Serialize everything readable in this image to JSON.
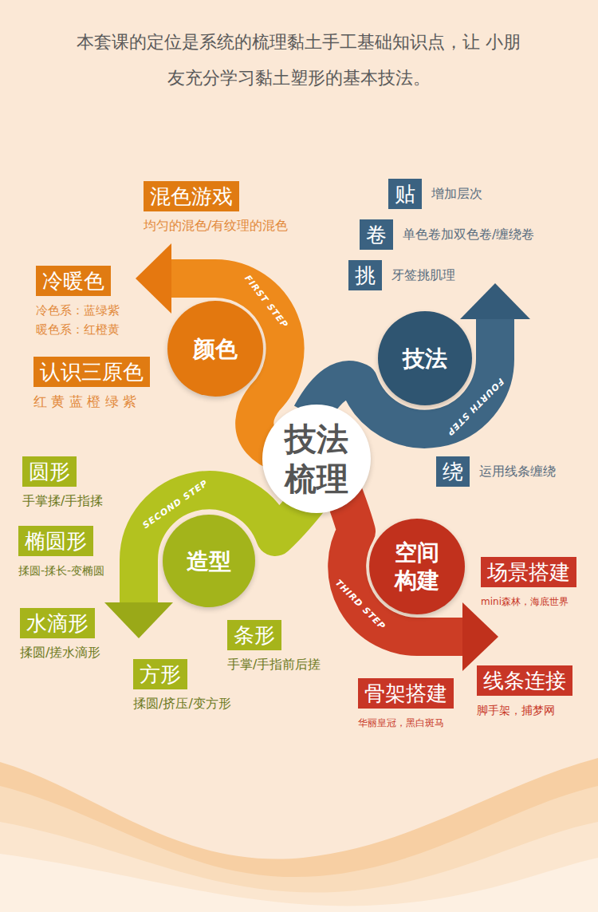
{
  "diagram": {
    "title": "本套课的定位是系统的梳理黏土手工基础知识点，让 小朋友充分学习黏土塑形的基本技法。",
    "nodes": [
      {
        "text": [
          "技法 梳理"
        ]
      },
      {
        "text": [
          "颜色"
        ]
      },
      {
        "text": [
          "混色游戏",
          "均匀的混色/有纹理的混色"
        ]
      },
      {
        "text": [
          "冷暖色",
          "冷色系：蓝绿紫 暖色系：红橙黄"
        ]
      },
      {
        "text": [
          "认识三原色",
          "红 黄 蓝 橙 绿 紫"
        ]
      },
      {
        "text": [
          "造型"
        ]
      },
      {
        "text": [
          "圆形",
          "手掌揉/手指揉"
        ]
      },
      {
        "text": [
          "椭圆形",
          "揉圆-揉长-变椭圆"
        ]
      },
      {
        "text": [
          "水滴形",
          "揉圆/搓水滴形"
        ]
      },
      {
        "text": [
          "方形",
          "揉圆/挤压/变方形"
        ]
      },
      {
        "text": [
          "条形",
          "手掌/手指前后搓"
        ]
      },
      {
        "text": [
          "空间 构建"
        ]
      },
      {
        "text": [
          "场景搭建",
          "mini森林，海底世界"
        ]
      },
      {
        "text": [
          "线条连接",
          "脚手架，捕梦网"
        ]
      },
      {
        "text": [
          "骨架搭建",
          "华丽皇冠，黑白斑马"
        ]
      },
      {
        "text": [
          "技法"
        ]
      },
      {
        "text": [
          "贴",
          "增加层次"
        ]
      },
      {
        "text": [
          "卷",
          "单色卷加双色卷/缠绕卷"
        ]
      },
      {
        "text": [
          "挑",
          "牙签挑肌理"
        ]
      },
      {
        "text": [
          "绕",
          "运用线条缠绕"
        ]
      }
    ],
    "labels": [
      "FIRST STEP",
      "SECOND STEP",
      "THIRD STEP",
      "FOURTH STEP"
    ]
  }
}
